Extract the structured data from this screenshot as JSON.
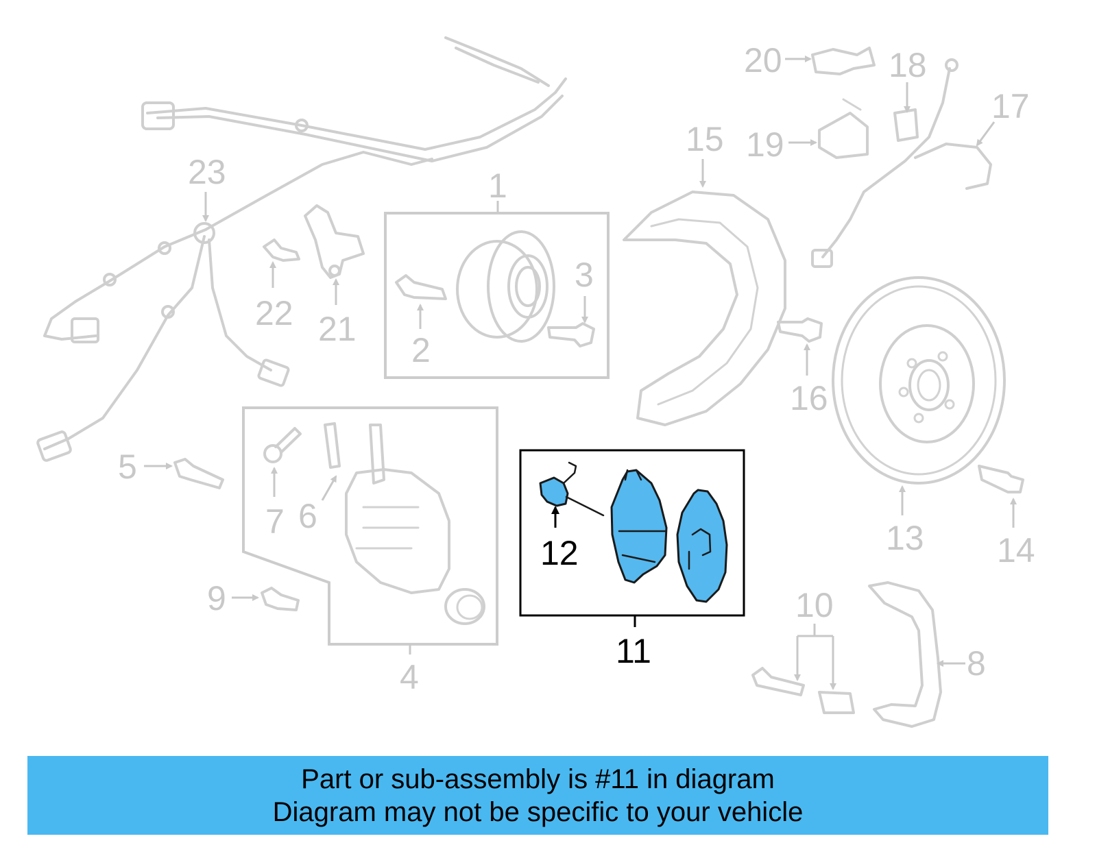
{
  "callouts": {
    "c1": "1",
    "c2": "2",
    "c3": "3",
    "c4": "4",
    "c5": "5",
    "c6": "6",
    "c7": "7",
    "c8": "8",
    "c9": "9",
    "c10": "10",
    "c11": "11",
    "c12": "12",
    "c13": "13",
    "c14": "14",
    "c15": "15",
    "c16": "16",
    "c17": "17",
    "c18": "18",
    "c19": "19",
    "c20": "20",
    "c21": "21",
    "c22": "22",
    "c23": "23"
  },
  "highlighted_part": "11",
  "colors": {
    "highlight": "#4ab8f0",
    "ghost_parts": "#cfcfcf",
    "active_callout": "#000000"
  },
  "banner": {
    "line1": "Part or sub-assembly is #11 in diagram",
    "line2": "Diagram may not be specific to your vehicle"
  }
}
